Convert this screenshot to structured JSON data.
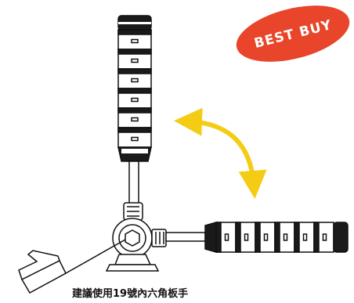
{
  "badge": {
    "text": "BEST BUY",
    "color": "#e8452a"
  },
  "arrow": {
    "color": "#f5cc14"
  },
  "tower": {
    "vertical_tiers": 6,
    "horizontal_tiers": 6
  },
  "caption": {
    "text": "建議使用19號內六角板手"
  },
  "icons": {
    "wrench": "hex-key-wrench-icon",
    "arrow": "rotate-arrow-icon",
    "badge": "best-buy-badge"
  }
}
